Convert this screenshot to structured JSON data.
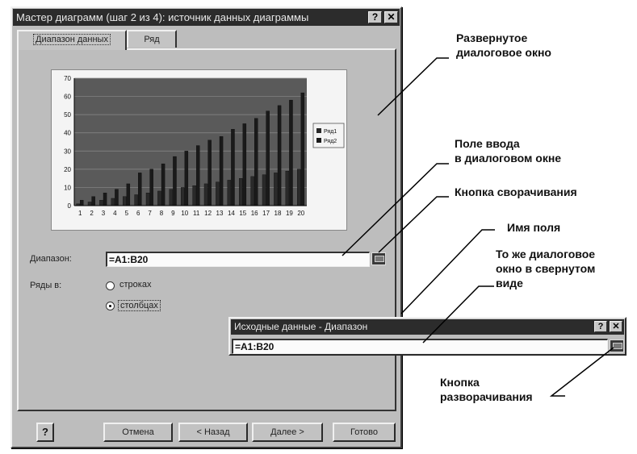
{
  "wizard": {
    "title": "Мастер диаграмм (шаг 2 из 4): источник данных диаграммы",
    "tabs": [
      "Диапазон данных",
      "Ряд"
    ],
    "range_label": "Диапазон:",
    "range_value": "=A1:B20",
    "series_in_label": "Ряды в:",
    "radio_rows": "строках",
    "radio_cols": "столбцах",
    "buttons": {
      "help": "?",
      "cancel": "Отмена",
      "back": "< Назад",
      "next": "Далее >",
      "finish": "Готово"
    }
  },
  "chart_data": {
    "type": "bar",
    "categories": [
      "1",
      "2",
      "3",
      "4",
      "5",
      "6",
      "7",
      "8",
      "9",
      "10",
      "11",
      "12",
      "13",
      "14",
      "15",
      "16",
      "17",
      "18",
      "19",
      "20"
    ],
    "series": [
      {
        "name": "Ряд1",
        "values": [
          1,
          2,
          3,
          4,
          5,
          6,
          7,
          8,
          9,
          10,
          11,
          12,
          13,
          14,
          15,
          16,
          17,
          18,
          19,
          20
        ]
      },
      {
        "name": "Ряд2",
        "values": [
          3,
          5,
          7,
          9,
          12,
          18,
          20,
          23,
          27,
          30,
          33,
          36,
          38,
          42,
          45,
          48,
          52,
          55,
          58,
          62
        ]
      }
    ],
    "ylim": [
      0,
      70
    ],
    "yticks": [
      0,
      10,
      20,
      30,
      40,
      50,
      60,
      70
    ],
    "legend_position": "right",
    "colors": {
      "plot_bg": "#5a5a5a",
      "series1": "#2a2a2a",
      "series2": "#1a1a1a"
    }
  },
  "collapsed": {
    "title": "Исходные данные - Диапазон",
    "value": "=A1:B20"
  },
  "callouts": {
    "expanded": "Развернутое\nдиалоговое окно",
    "input": "Поле ввода\nв диалоговом окне",
    "collapse_btn": "Кнопка сворачивания",
    "field_name": "Имя поля",
    "collapsed_view": "То же диалоговое\nокно в свернутом\nвиде",
    "expand_btn": "Кнопка\nразворачивания"
  },
  "icons": {
    "help": "question-icon",
    "close": "close-icon",
    "collapse": "collapse-dialog-icon",
    "expand": "expand-dialog-icon"
  }
}
